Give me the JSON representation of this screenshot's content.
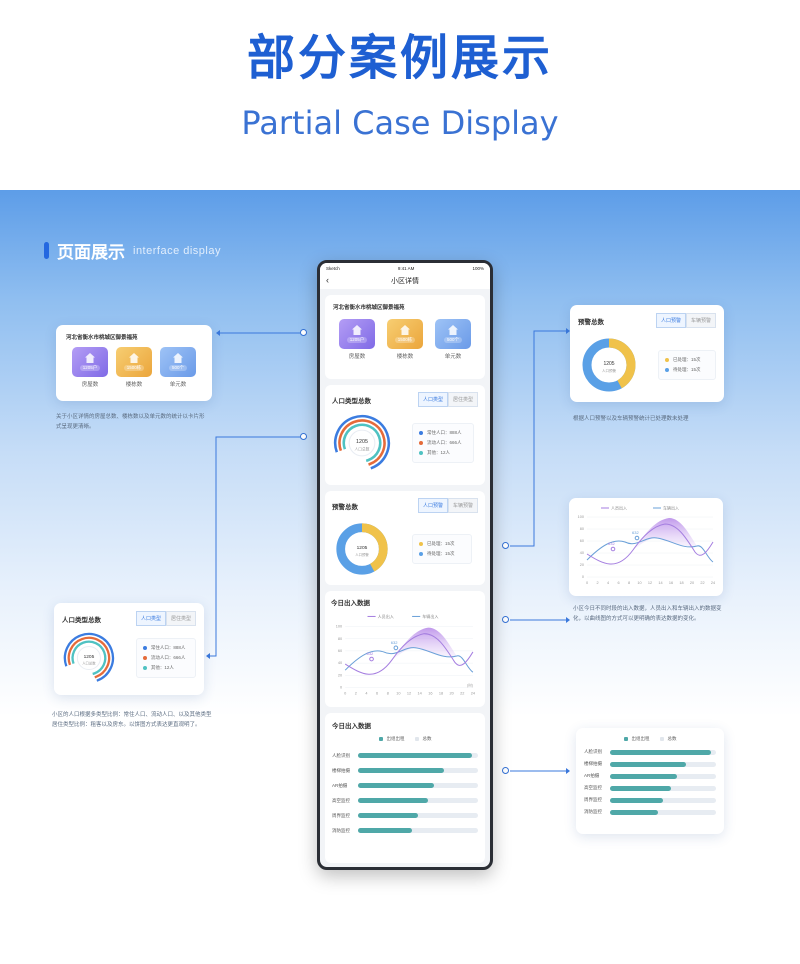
{
  "hero": {
    "title_zh": "部分案例展示",
    "title_en": "Partial Case Display"
  },
  "section": {
    "title_zh": "页面展示",
    "title_en": "interface display"
  },
  "phone": {
    "status": {
      "left": "Sketch",
      "time": "9:41 AM",
      "battery": "100%"
    },
    "nav_title": "小区详情",
    "back_icon": "chevron-left-icon"
  },
  "overview": {
    "title": "河北省衡水市桃城区御景福苑",
    "tiles": [
      {
        "value": "1205户",
        "label": "房屋数",
        "icon": "house-icon"
      },
      {
        "value": "1500栋",
        "label": "楼栋数",
        "icon": "building-icon"
      },
      {
        "value": "500个",
        "label": "单元数",
        "icon": "unit-icon"
      }
    ]
  },
  "population": {
    "title": "人口类型总数",
    "tabs": [
      "人口类型",
      "居住类型"
    ],
    "center_value": "1205",
    "center_label": "人口总数",
    "legend": [
      "常住人口：888人",
      "流动人口：666人",
      "其他：12人"
    ],
    "colors": [
      "#3b7ce0",
      "#e56b3a",
      "#4fc2c2"
    ]
  },
  "alarm": {
    "title": "预警总数",
    "tabs": [
      "人口预警",
      "车辆预警"
    ],
    "center_value": "1205",
    "center_label": "人口预警",
    "legend": [
      "已处理：15次",
      "待处理：15次"
    ],
    "shares": [
      0.42,
      0.58
    ],
    "colors": [
      "#f0c24a",
      "#5aa0e6"
    ]
  },
  "flow": {
    "title": "今日出入数据",
    "legend": [
      "人员出入",
      "车辆出入"
    ],
    "yticks": [
      "100",
      "80",
      "60",
      "40",
      "20",
      "0"
    ],
    "xticks": [
      "0",
      "2",
      "4",
      "6",
      "8",
      "10",
      "12",
      "14",
      "16",
      "18",
      "20",
      "22",
      "24"
    ],
    "xunit": "(时)",
    "annotations": [
      "632",
      "632"
    ]
  },
  "ranking": {
    "title": "今日出入数据",
    "legend": [
      "出组出租",
      "总数"
    ],
    "items": [
      {
        "label": "人脸识别",
        "value": 0.95
      },
      {
        "label": "楼梯拍摄",
        "value": 0.72
      },
      {
        "label": "AR拍摄",
        "value": 0.63
      },
      {
        "label": "高空监控",
        "value": 0.58
      },
      {
        "label": "周界监控",
        "value": 0.5
      },
      {
        "label": "消防监控",
        "value": 0.45
      }
    ]
  },
  "descriptions": {
    "left_top": "关于小区详情的房屋总数、楼栋数以及单元数的统计以卡片形式呈现更清晰。",
    "left_bottom": "小区的人口根据多类型比例：常住人口、流动人口、以及其他类型居住类型比例：租客以及房东。以饼图方式表达更直观明了。",
    "right_top": "根据人口预警以及车辆预警统计已处理数未处理",
    "right_mid": "小区今日不同时段的出入数据，人员出入和车辆出入的数据变化，以曲线图的方式可以更明确的表达数据的变化。"
  }
}
